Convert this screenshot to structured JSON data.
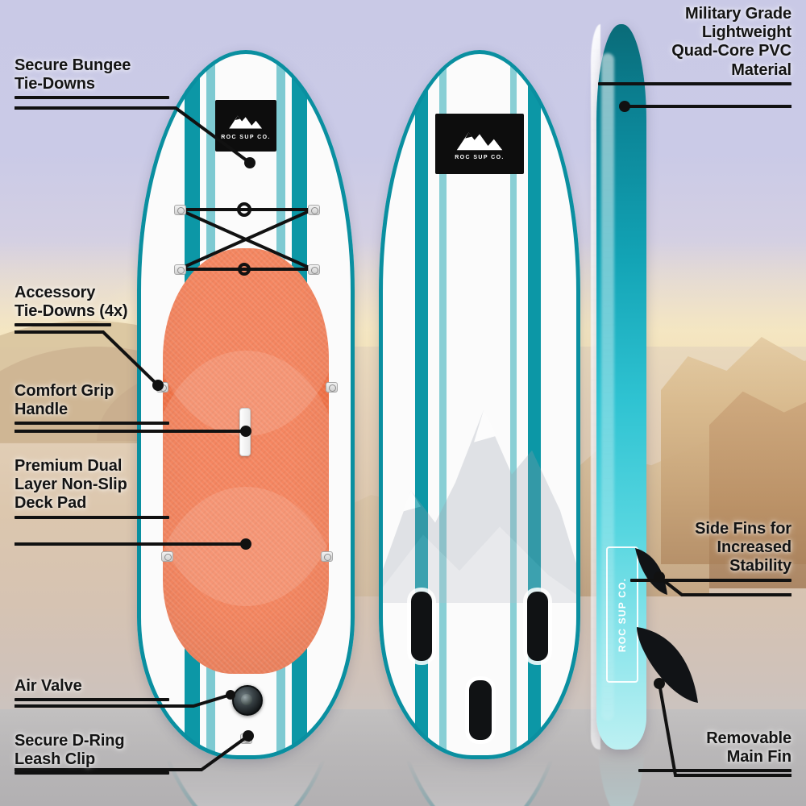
{
  "image": {
    "subject": "Inflatable stand up paddle board feature infographic",
    "brand": "ROC SUP CO.",
    "views": [
      "deck top view",
      "hull bottom view",
      "side rail view"
    ]
  },
  "colors": {
    "teal_rail": "#0a8fa0",
    "teal_stripe": "#0c97a6",
    "deck_pad_orange": "#f4754a",
    "label_text": "#141414",
    "sky_background": "#c9c9e6",
    "desert_background": "#dcc7ae",
    "fin_black": "#101214"
  },
  "callouts": {
    "left": [
      {
        "id": "secure-bungee-tie-downs",
        "label": "Secure Bungee\nTie-Downs",
        "lines": [
          "Secure Bungee",
          "Tie-Downs"
        ]
      },
      {
        "id": "accessory-tie-downs",
        "label": "Accessory\nTie-Downs (4x)",
        "lines": [
          "Accessory",
          "Tie-Downs (4x)"
        ]
      },
      {
        "id": "comfort-grip-handle",
        "label": "Comfort Grip\nHandle",
        "lines": [
          "Comfort Grip",
          "Handle"
        ]
      },
      {
        "id": "premium-dual-layer-deck-pad",
        "label": "Premium Dual\nLayer Non-Slip\nDeck Pad",
        "lines": [
          "Premium Dual",
          "Layer Non-Slip",
          "Deck Pad"
        ]
      },
      {
        "id": "air-valve",
        "label": "Air Valve",
        "lines": [
          "Air Valve"
        ]
      },
      {
        "id": "secure-d-ring-leash-clip",
        "label": "Secure D-Ring\nLeash Clip",
        "lines": [
          "Secure D-Ring",
          "Leash Clip"
        ]
      }
    ],
    "right": [
      {
        "id": "military-grade-material",
        "label": "Military Grade\nLightweight\nQuad-Core PVC\nMaterial",
        "lines": [
          "Military Grade",
          "Lightweight",
          "Quad-Core PVC",
          "Material"
        ]
      },
      {
        "id": "side-fins-stability",
        "label": "Side Fins for\nIncreased\nStability",
        "lines": [
          "Side Fins for",
          "Increased",
          "Stability"
        ]
      },
      {
        "id": "removable-main-fin",
        "label": "Removable\nMain Fin",
        "lines": [
          "Removable",
          "Main Fin"
        ]
      }
    ]
  },
  "board_deck": {
    "logo_text": "ROC SUP CO.",
    "tie_down_count": 4,
    "bungee_cords": 4
  },
  "board_bottom": {
    "logo_text": "ROC SUP CO.",
    "fin_boxes": 3
  },
  "board_side": {
    "badge_text": "ROC SUP CO."
  }
}
